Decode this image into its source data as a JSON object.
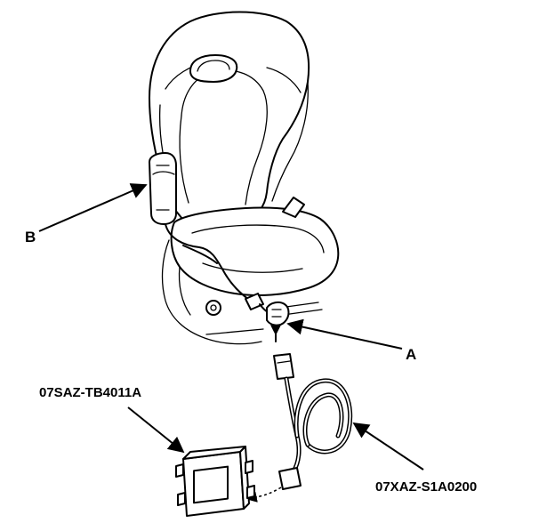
{
  "callouts": {
    "a": "A",
    "b": "B",
    "tool_box": "07SAZ-TB4011A",
    "tool_cable": "07XAZ-S1A0200"
  },
  "colors": {
    "ink": "#000000",
    "paper": "#ffffff"
  }
}
